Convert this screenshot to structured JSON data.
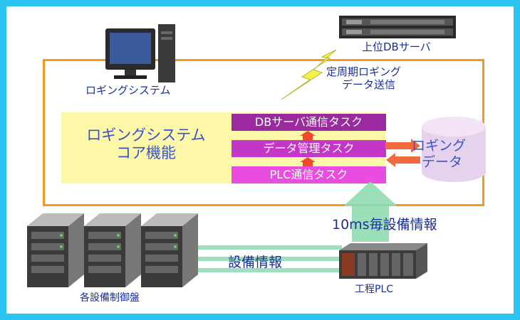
{
  "labels": {
    "logging_system": "ロギングシステム",
    "upper_db_server": "上位DBサーバ",
    "periodic_line1": "定周期ロギング",
    "periodic_line2": "データ送信",
    "core_line1": "ロギングシステム",
    "core_line2": "コア機能",
    "task_db": "DBサーバ通信タスク",
    "task_data": "データ管理タスク",
    "task_plc": "PLC通信タスク",
    "logging_data_line1": "ロギング",
    "logging_data_line2": "データ",
    "per_10ms": "10ms毎設備情報",
    "equipment_info": "設備情報",
    "control_panels": "各設備制御盤",
    "process_plc": "工程PLC"
  },
  "colors": {
    "frame": "#2bc4f0",
    "orange_border": "#f39a1e",
    "core_fill": "#fcf8a8",
    "task_db": "#9b2aa0",
    "task_data": "#c336c8",
    "task_plc": "#e84ce0",
    "arrow_green": "#8fdcb0",
    "arrow_orange": "#f26a3c",
    "cylinder": "#e6d2ec",
    "text_blue": "#1a2f9a"
  },
  "icons": [
    "computer-icon",
    "rack-server-icon",
    "lightning-icon",
    "database-cylinder-icon",
    "server-tower-icon",
    "plc-unit-icon"
  ]
}
